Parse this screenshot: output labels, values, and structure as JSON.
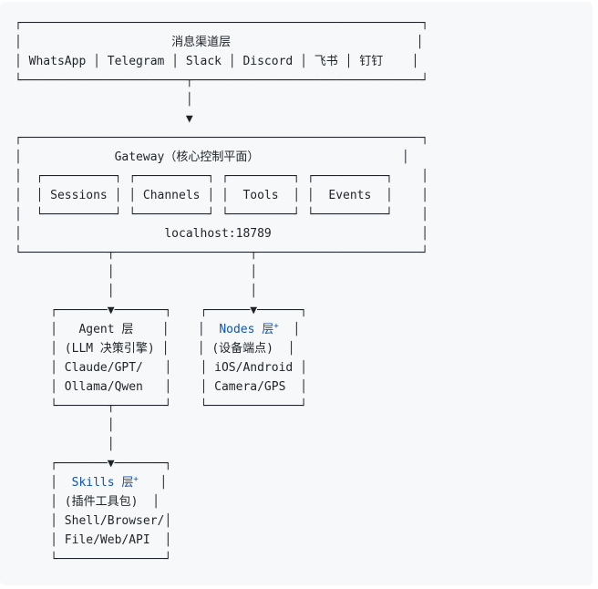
{
  "colors": {
    "page_bg": "#ffffff",
    "block_bg": "#f6f8fa",
    "text": "#1f2328",
    "accent": "#0f56ae"
  },
  "architecture": {
    "message_channel_layer": {
      "title": "消息渠道层",
      "channels": [
        "WhatsApp",
        "Telegram",
        "Slack",
        "Discord",
        "飞书",
        "钉钉"
      ]
    },
    "gateway": {
      "title": "Gateway（核心控制平面）",
      "modules": [
        "Sessions",
        "Channels",
        "Tools",
        "Events"
      ],
      "address": "localhost:18789"
    },
    "agent_layer": {
      "title": "Agent 层",
      "subtitle": "(LLM 决策引擎)",
      "items": [
        "Claude/GPT/",
        "Ollama/Qwen"
      ]
    },
    "nodes_layer": {
      "title": "Nodes 层+",
      "subtitle": "(设备端点)",
      "items": [
        "iOS/Android",
        "Camera/GPS"
      ]
    },
    "skills_layer": {
      "title": "Skills 层+",
      "subtitle": "(插件工具包)",
      "items": [
        "Shell/Browser/",
        "File/Web/API"
      ]
    }
  },
  "diagram": {
    "lines": [
      [
        {
          "t": "┌────────────────────────────────────────────────────────┐"
        }
      ],
      [
        {
          "t": "│                     消息渠道层                          │"
        }
      ],
      [
        {
          "t": "│ WhatsApp │ Telegram │ Slack │ Discord │ 飞书 │ 钉钉    │"
        }
      ],
      [
        {
          "t": "└───────────────────────┬────────────────────────────────┘"
        }
      ],
      [
        {
          "t": "                        │"
        }
      ],
      [
        {
          "t": "                        ▼"
        }
      ],
      [
        {
          "t": "┌────────────────────────────────────────────────────────┐"
        }
      ],
      [
        {
          "t": "│             Gateway（核心控制平面）                    │"
        }
      ],
      [
        {
          "t": "│  ┌──────────┐ ┌──────────┐ ┌─────────┐ ┌──────────┐    │"
        }
      ],
      [
        {
          "t": "│  │ Sessions │ │ Channels │ │  Tools  │ │  Events  │    │"
        }
      ],
      [
        {
          "t": "│  └──────────┘ └──────────┘ └─────────┘ └──────────┘    │"
        }
      ],
      [
        {
          "t": "│                    localhost:18789                     │"
        }
      ],
      [
        {
          "t": "└────────────┬───────────────────┬───────────────────────┘"
        }
      ],
      [
        {
          "t": "             │                   │"
        }
      ],
      [
        {
          "t": "             │                   │"
        }
      ],
      [
        {
          "t": "     ┌───────▼───────┐    ┌──────▼──────┐"
        }
      ],
      [
        {
          "t": "     │   Agent 层    │    │  "
        },
        {
          "t": "Nodes 层",
          "c": true,
          "n": "nodes-layer-link"
        },
        {
          "t": "+",
          "c": true,
          "sup": true,
          "n": "nodes-layer-footnote"
        },
        {
          "t": "  │"
        }
      ],
      [
        {
          "t": "     │ (LLM 决策引擎) │    │ (设备端点)  │"
        }
      ],
      [
        {
          "t": "     │ Claude/GPT/   │    │ iOS/Android │"
        }
      ],
      [
        {
          "t": "     │ Ollama/Qwen   │    │ Camera/GPS  │"
        }
      ],
      [
        {
          "t": "     └───────┬───────┘    └─────────────┘"
        }
      ],
      [
        {
          "t": "             │"
        }
      ],
      [
        {
          "t": "             │"
        }
      ],
      [
        {
          "t": "     ┌───────▼───────┐"
        }
      ],
      [
        {
          "t": "     │  "
        },
        {
          "t": "Skills 层",
          "c": true,
          "n": "skills-layer-link"
        },
        {
          "t": "+",
          "c": true,
          "sup": true,
          "n": "skills-layer-footnote"
        },
        {
          "t": "   │"
        }
      ],
      [
        {
          "t": "     │ (插件工具包)  │"
        }
      ],
      [
        {
          "t": "     │ Shell/Browser/│"
        }
      ],
      [
        {
          "t": "     │ File/Web/API  │"
        }
      ],
      [
        {
          "t": "     └───────────────┘"
        }
      ]
    ]
  }
}
